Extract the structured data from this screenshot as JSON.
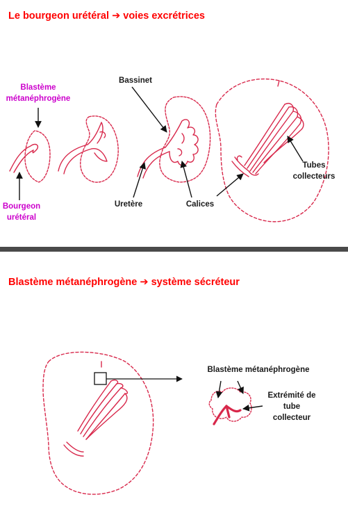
{
  "colors": {
    "title": "#ff0000",
    "magenta": "#cc00cc",
    "label": "#1a1a1a",
    "tissue": "#d8284b",
    "divider": "#4a4a4a"
  },
  "section1": {
    "title_text": "Le bourgeon urétéral",
    "title_arrow": "➔",
    "title_target": "voies excrétrices",
    "labels": {
      "blasteme_line1": "Blastème",
      "blasteme_line2": "métanéphrogène",
      "bourgeon_line1": "Bourgeon",
      "bourgeon_line2": "urétéral",
      "bassinet": "Bassinet",
      "uretere": "Uretère",
      "calices": "Calices",
      "tubes_line1": "Tubes",
      "tubes_line2": "collecteurs"
    }
  },
  "section2": {
    "title_text": "Blastème métanéphrogène",
    "title_arrow": "➔",
    "title_target": "système sécréteur",
    "labels": {
      "blasteme": "Blastème métanéphrogène",
      "extremite_line1": "Extrémité de",
      "extremite_line2": "tube",
      "extremite_line3": "collecteur"
    }
  }
}
